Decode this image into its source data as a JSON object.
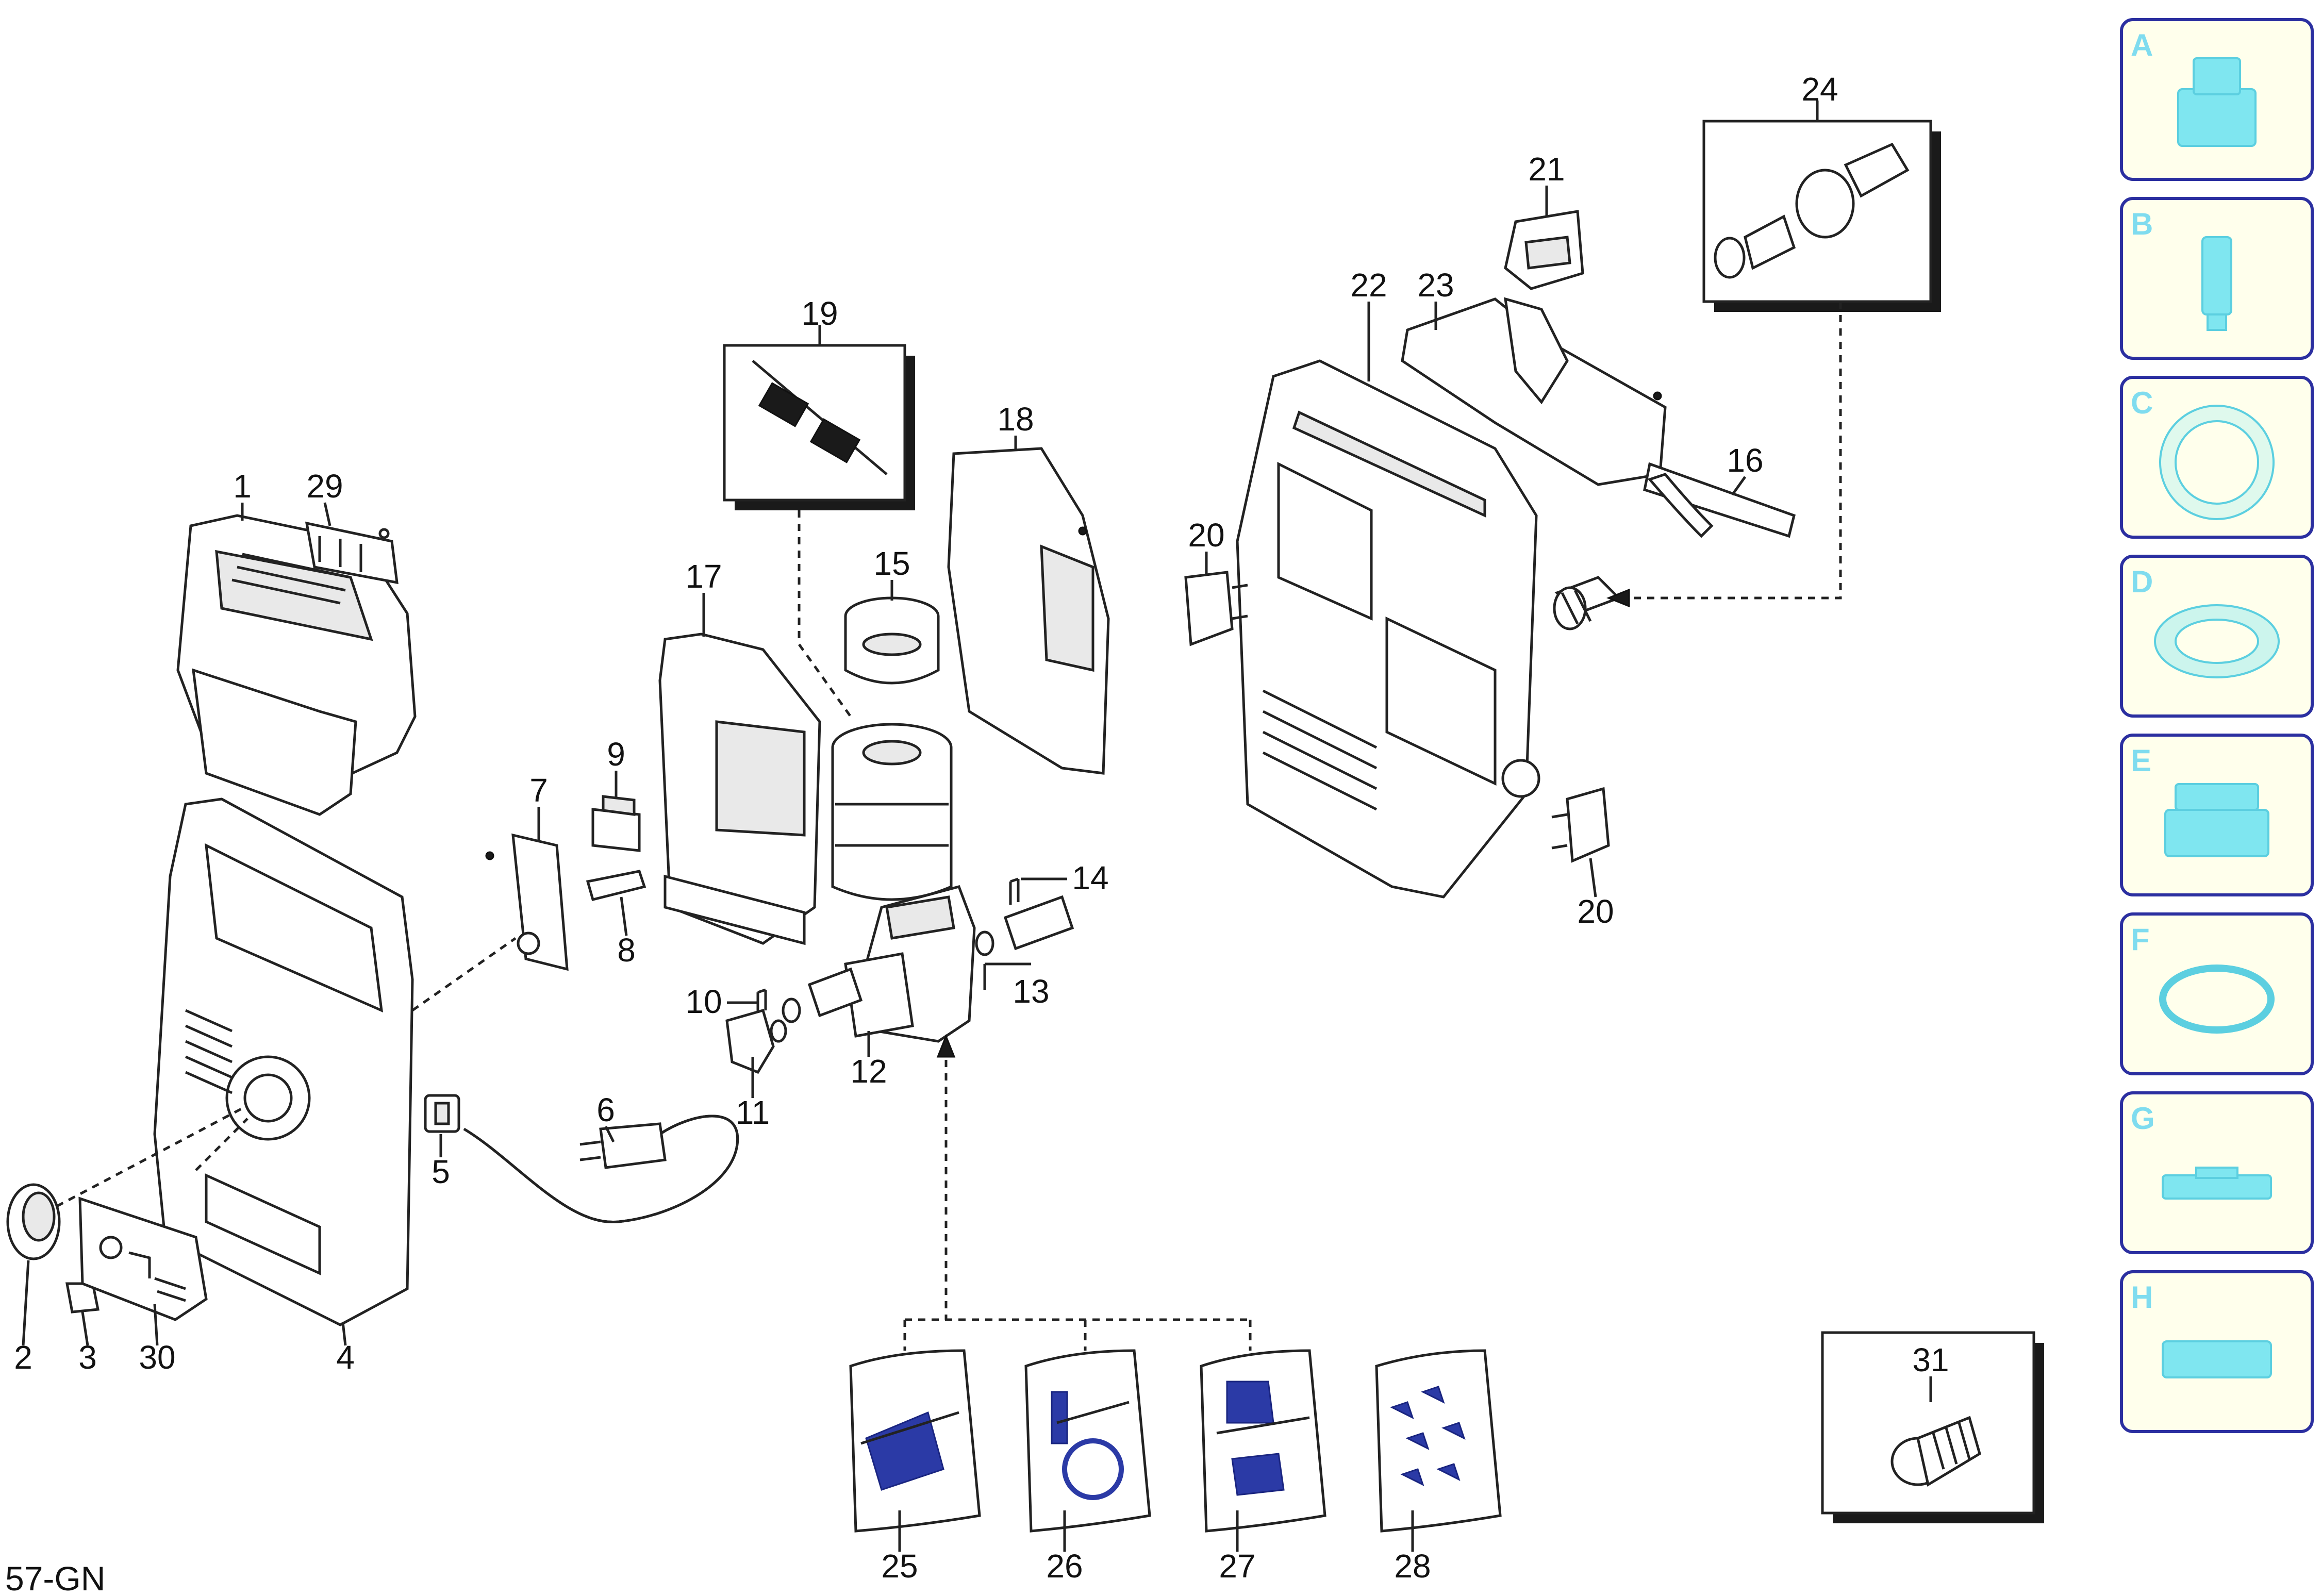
{
  "diagram_code": "57-GN",
  "part_labels": {
    "p1": "1",
    "p2": "2",
    "p3": "3",
    "p4": "4",
    "p5": "5",
    "p6": "6",
    "p7": "7",
    "p8": "8",
    "p9": "9",
    "p10": "10",
    "p11": "11",
    "p12": "12",
    "p13": "13",
    "p14": "14",
    "p15": "15",
    "p16": "16",
    "p17": "17",
    "p18": "18",
    "p19": "19",
    "p20a": "20",
    "p20b": "20",
    "p21": "21",
    "p22": "22",
    "p23": "23",
    "p24": "24",
    "p25": "25",
    "p26": "26",
    "p27": "27",
    "p28": "28",
    "p29": "29",
    "p30": "30",
    "p31": "31"
  },
  "legend": {
    "items": [
      {
        "letter": "A",
        "icon": "adapter-cap-icon"
      },
      {
        "letter": "B",
        "icon": "filter-tube-icon"
      },
      {
        "letter": "C",
        "icon": "flat-gasket-icon"
      },
      {
        "letter": "D",
        "icon": "seal-ring-icon"
      },
      {
        "letter": "E",
        "icon": "stepped-seal-icon"
      },
      {
        "letter": "F",
        "icon": "o-ring-icon"
      },
      {
        "letter": "G",
        "icon": "backup-ring-icon"
      },
      {
        "letter": "H",
        "icon": "bushing-icon"
      }
    ],
    "border_color": "#2b2fa0",
    "fill_color": "#ffffec",
    "letter_color": "#7fdcef",
    "icon_color": "#7fe6f0"
  },
  "colors": {
    "line": "#222222",
    "kit_blue": "#2b3aa6"
  }
}
